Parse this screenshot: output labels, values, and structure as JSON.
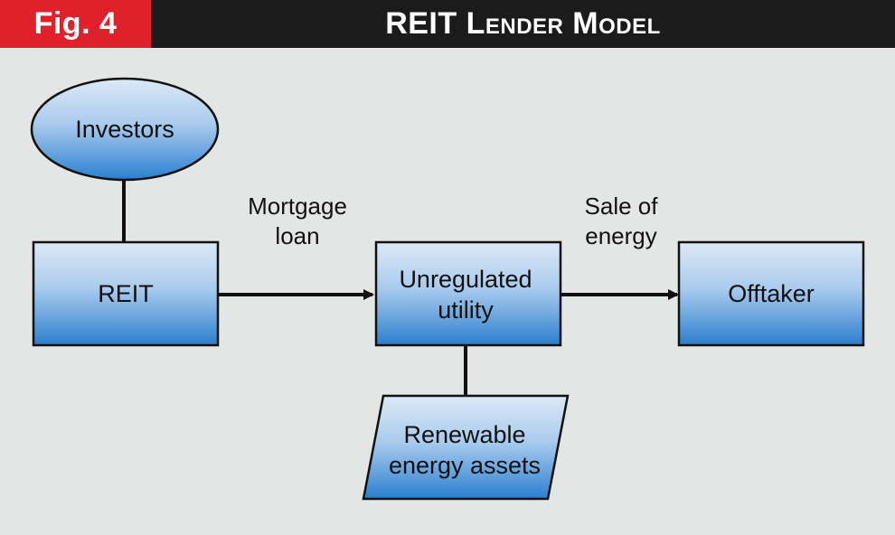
{
  "header": {
    "fig_label": "Fig. 4",
    "title": "REIT Lender Model"
  },
  "colors": {
    "header_bg": "#1b1b1b",
    "fig_tag_bg": "#e0202a",
    "canvas_bg": "#e4e6e6",
    "node_top": "#dde9f6",
    "node_bottom": "#2a7fcf",
    "stroke": "#111111"
  },
  "nodes": {
    "investors": {
      "label": "Investors",
      "shape": "ellipse"
    },
    "reit": {
      "label": "REIT",
      "shape": "rectangle"
    },
    "utility": {
      "label_line1": "Unregulated",
      "label_line2": "utility",
      "shape": "rectangle"
    },
    "offtaker": {
      "label": "Offtaker",
      "shape": "rectangle"
    },
    "assets": {
      "label_line1": "Renewable",
      "label_line2": "energy assets",
      "shape": "parallelogram"
    }
  },
  "edges": {
    "mortgage": {
      "label_line1": "Mortgage",
      "label_line2": "loan",
      "from": "REIT",
      "to": "Unregulated utility"
    },
    "sale": {
      "label_line1": "Sale of",
      "label_line2": "energy",
      "from": "Unregulated utility",
      "to": "Offtaker"
    }
  }
}
